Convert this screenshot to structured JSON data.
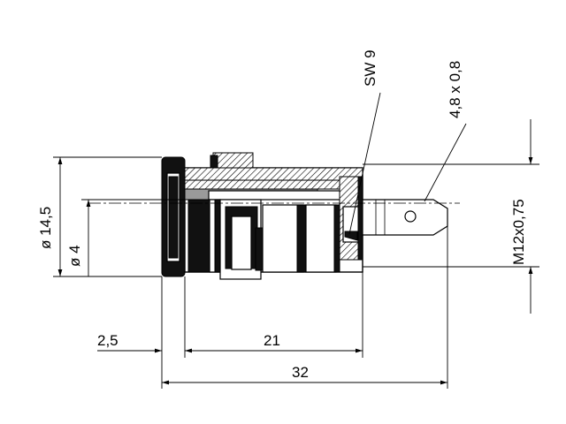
{
  "labels": {
    "dia_outer": "ø 14,5",
    "dia_inner": "ø 4",
    "dim_left": "2,5",
    "dim_mid": "21",
    "dim_total": "32",
    "wrench": "SW 9",
    "tab": "4,8 x 0,8",
    "thread": "M12x0,75"
  }
}
